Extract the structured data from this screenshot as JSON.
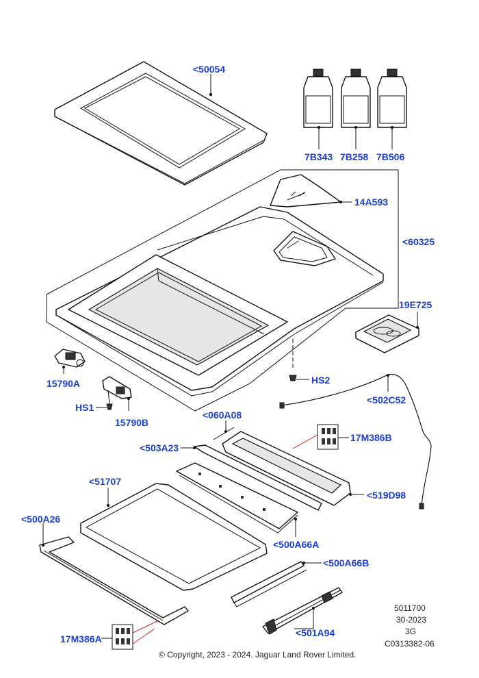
{
  "callouts": {
    "c50054": "<50054",
    "c7B343": "7B343",
    "c7B258": "7B258",
    "c7B506": "7B506",
    "c14A593": "14A593",
    "c60325": "<60325",
    "c19E725": "19E725",
    "c15790A": "15790A",
    "cHS2": "HS2",
    "cHS1": "HS1",
    "c502C52": "<502C52",
    "c15790B": "15790B",
    "c060A08": "<060A08",
    "c17M386B": "17M386B",
    "c503A23": "<503A23",
    "c519D98": "<519D98",
    "c51707": "<51707",
    "c500A26": "<500A26",
    "c500A66A": "<500A66A",
    "c500A66B": "<500A66B",
    "c501A94": "<501A94",
    "c17M386A": "17M386A"
  },
  "meta": {
    "line1": "5011700",
    "line2": "30-2023",
    "line3": "3G",
    "line4": "C0313382-06"
  },
  "copyright": "© Copyright, 2023 - 2024. Jaguar Land Rover Limited."
}
